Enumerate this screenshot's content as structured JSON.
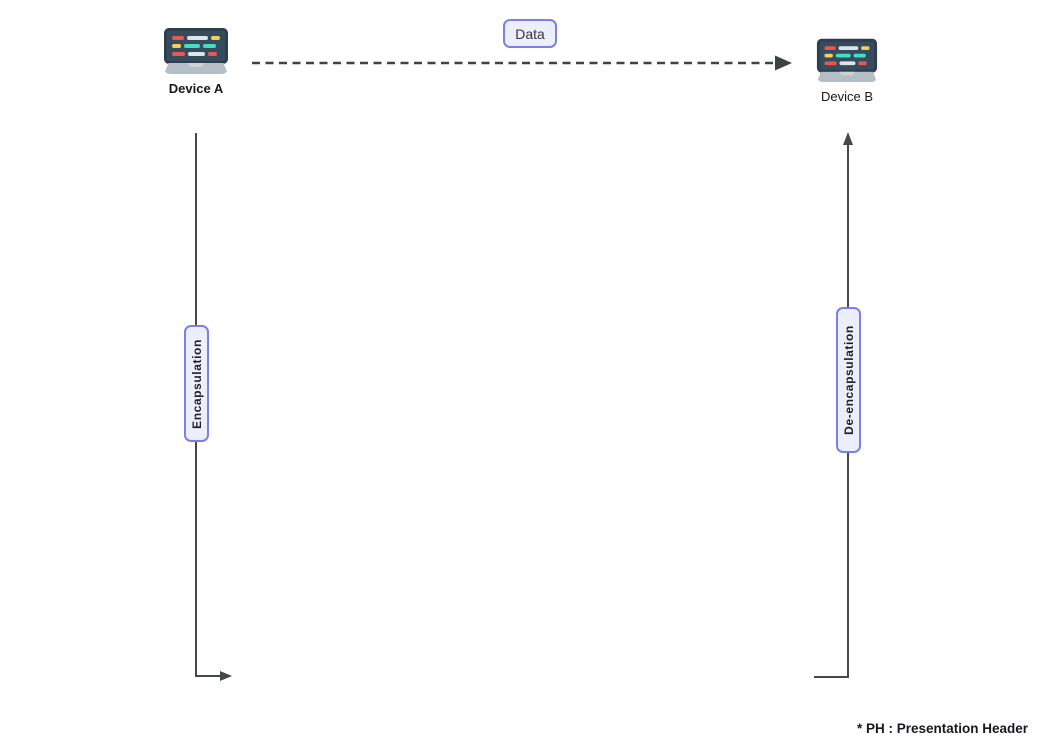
{
  "diagram": {
    "nodes": {
      "device_a": {
        "label": "Device A"
      },
      "device_b": {
        "label": "Device B"
      }
    },
    "edges": {
      "data_flow": {
        "label": "Data",
        "from": "Device A",
        "to": "Device B"
      },
      "encapsulation": {
        "label": "Encapsulation",
        "direction": "down"
      },
      "de_encapsulation": {
        "label": "De-encapsulation",
        "direction": "up"
      }
    },
    "footnote": "* PH : Presentation Header"
  },
  "icons": {
    "device_a": "laptop-icon",
    "device_b": "laptop-icon"
  },
  "colors": {
    "chip_fill": "#edeefc",
    "chip_border": "#7c7fe6",
    "wire": "#45484b",
    "dashed_wire": "#3f4245",
    "laptop_screen": "#374b5e",
    "laptop_bezel": "#2d3e4e",
    "laptop_base": "#b5bdc5",
    "bar_red": "#e8584d",
    "bar_yellow": "#f6cf55",
    "bar_teal": "#3fdfc0",
    "bar_light": "#dde4ea",
    "text": "#17191c"
  }
}
